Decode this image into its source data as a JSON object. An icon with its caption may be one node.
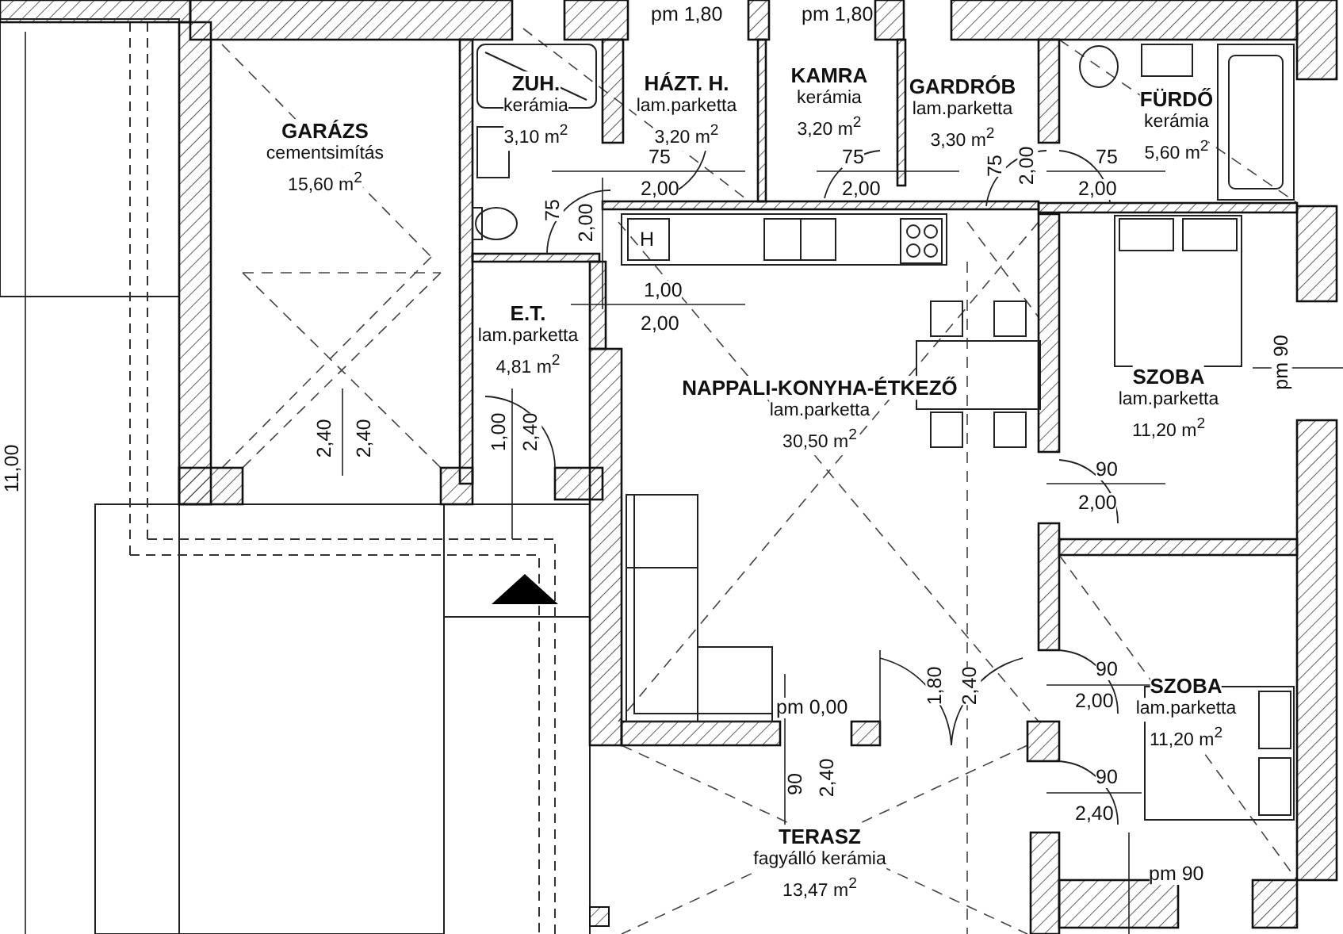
{
  "diagram": {
    "nodes": [
      {
        "text": [
          "GARÁZS",
          "cementsimítás",
          "15,60 m$^{2}$"
        ]
      },
      {
        "text": [
          "ZUH.",
          "kerámia",
          "3,10 m$^{2}$"
        ]
      },
      {
        "text": [
          "HÁZT. H.",
          "lam.parketta",
          "3,20 m$^{2}$"
        ]
      },
      {
        "text": [
          "KAMRA",
          "kerámia",
          "3,20 m$^{2}$"
        ]
      },
      {
        "text": [
          "GARDRÓB",
          "lam.parketta",
          "3,30 m$^{2}$"
        ]
      },
      {
        "text": [
          "FÜRDŐ",
          "kerámia",
          "5,60 m$^{2}$"
        ]
      },
      {
        "text": [
          "SZOBA",
          "lam.parketta",
          "11,20 m$^{2}$"
        ]
      },
      {
        "text": [
          "E.T.",
          "lam.parketta",
          "4,81 m$^{2}$"
        ]
      },
      {
        "text": [
          "NAPPALI-KONYHA-ÉTKEZŐ",
          "lam.parketta",
          "30,50 m$^{2}$"
        ]
      },
      {
        "text": [
          "SZOBA",
          "lam.parketta",
          "11,20 m$^{2}$"
        ]
      },
      {
        "text": [
          "TERASZ",
          "fagyálló kerámia",
          "13,47 m$^{2}$"
        ]
      }
    ],
    "labels": [
      "pm 1,80",
      "pm 1,80",
      "75",
      "2,00",
      "75",
      "2,00",
      "75",
      "2,00",
      "75",
      "2,00",
      "75",
      "2,00",
      "H",
      "1,00",
      "2,00",
      "pm 90",
      "11,00",
      "2,40",
      "2,40",
      "1,00",
      "2,40",
      "90",
      "2,00",
      "pm 0,00",
      "1,80",
      "2,40",
      "90",
      "2,00",
      "90",
      "2,40",
      "90",
      "2,40",
      "pm 90"
    ]
  }
}
